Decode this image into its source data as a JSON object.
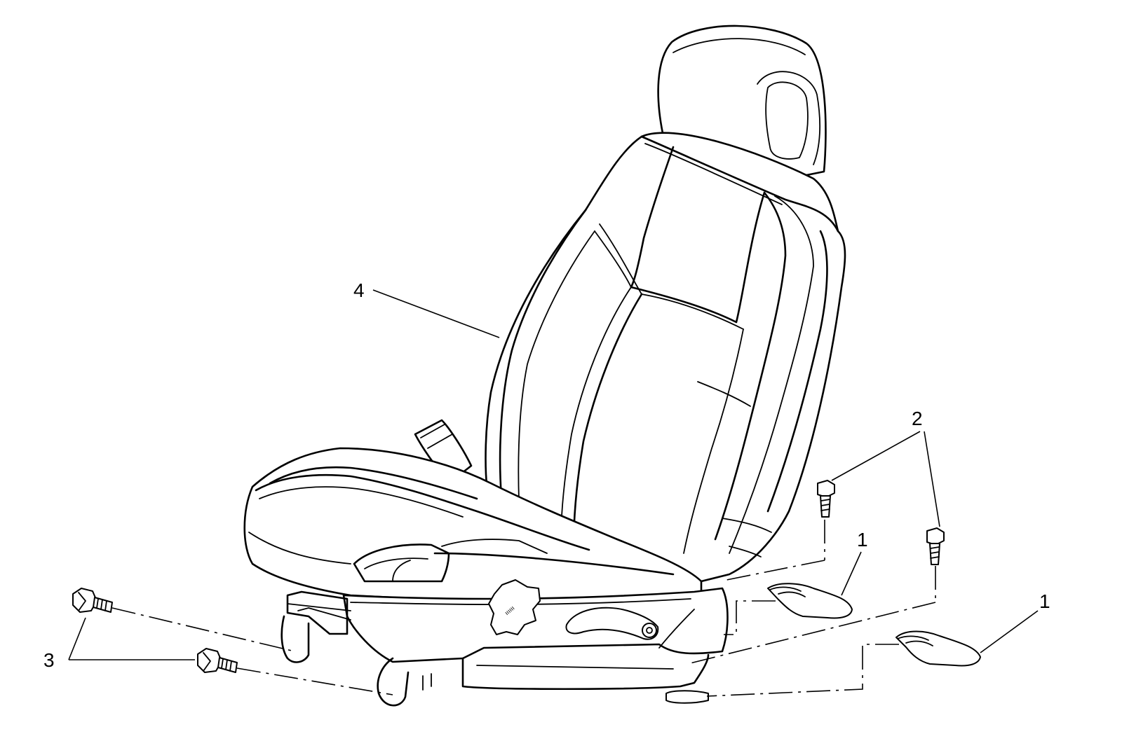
{
  "callouts": {
    "c1_upper": "1",
    "c1_lower": "1",
    "c2": "2",
    "c3": "3",
    "c4": "4"
  }
}
